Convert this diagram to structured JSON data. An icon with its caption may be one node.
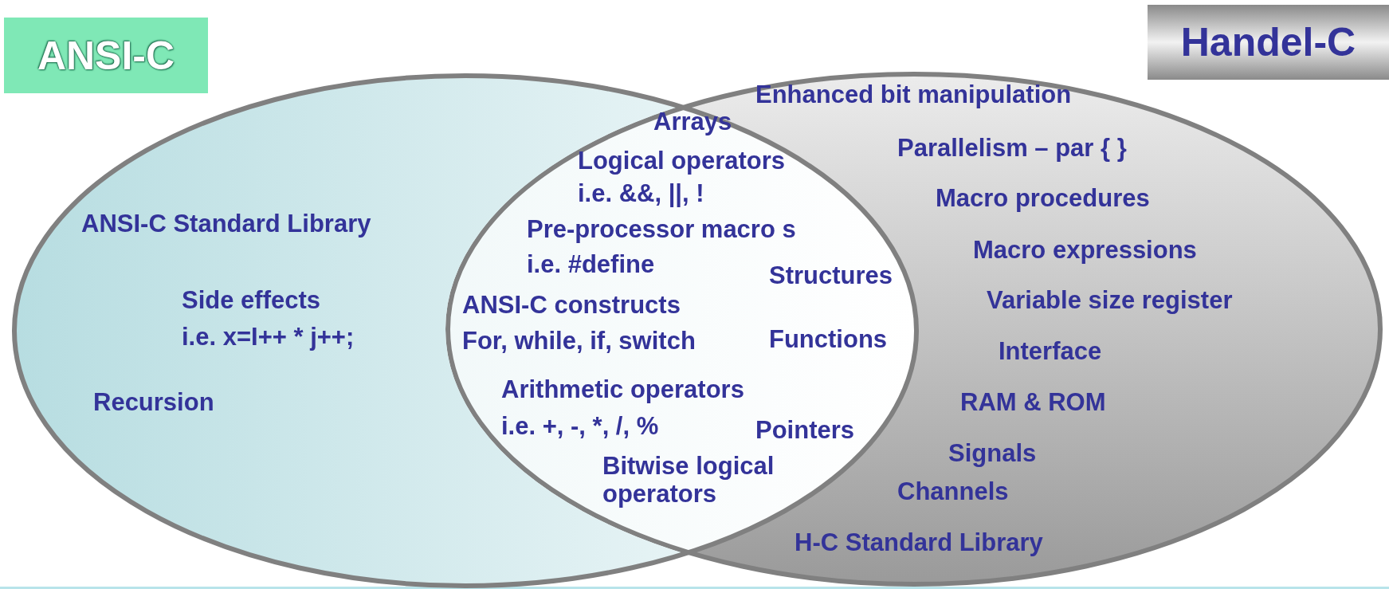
{
  "diagram": {
    "nodes": [
      {
        "text": [
          "ANSI-C"
        ]
      },
      {
        "text": [
          "ANSI-C Standard Library",
          "Side effects",
          "i.e. x=I++ * j++;",
          "Recursion"
        ]
      },
      {
        "text": [
          "Handel-C"
        ]
      },
      {
        "text": [
          "Enhanced bit manipulation",
          "Parallelism – par { }",
          "Macro procedures",
          "Macro expressions",
          "Variable size register",
          "Interface",
          "RAM & ROM",
          "Signals",
          "Channels",
          "H-C Standard  Library"
        ]
      }
    ],
    "edges": [],
    "labels": [
      "Arrays",
      "Logical operators",
      "i.e. &&, ||, !",
      "Pre-processor macro s",
      "i.e. #define",
      "Structures",
      "ANSI-C constructs",
      "For, while, if, switch",
      "Functions",
      "Arithmetic operators",
      "i.e. +, -, *, /, %",
      "Pointers",
      "Bitwise logical operators"
    ]
  }
}
